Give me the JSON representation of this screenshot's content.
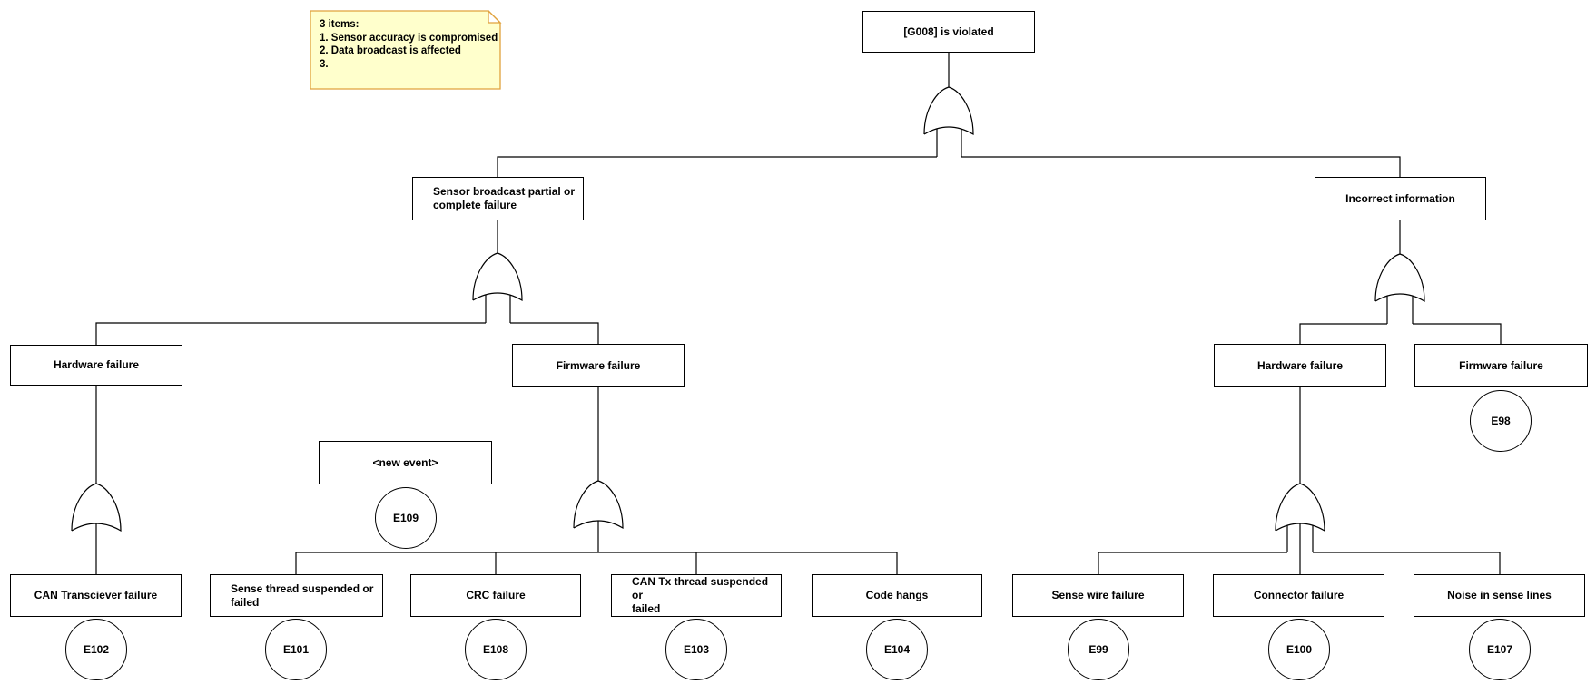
{
  "diagram": {
    "title_node": "fault-tree",
    "note": {
      "lines": [
        "3 items:",
        "1. Sensor accuracy is compromised",
        "2. Data broadcast is affected",
        "3."
      ]
    },
    "nodes": {
      "g008": {
        "label": "[G008] is violated"
      },
      "sensor_broadcast": {
        "label": "Sensor broadcast partial or\ncomplete failure"
      },
      "incorrect_info": {
        "label": "Incorrect information"
      },
      "hw_left": {
        "label": "Hardware failure"
      },
      "fw_left": {
        "label": "Firmware failure"
      },
      "new_event": {
        "label": "<new event>",
        "id": "E109"
      },
      "can_transciever": {
        "label": "CAN Transciever failure",
        "id": "E102"
      },
      "sense_thread": {
        "label": "Sense thread suspended or\nfailed",
        "id": "E101"
      },
      "crc": {
        "label": "CRC failure",
        "id": "E108"
      },
      "can_tx": {
        "label": "CAN Tx thread suspended or\nfailed",
        "id": "E103"
      },
      "code_hangs": {
        "label": "Code hangs",
        "id": "E104"
      },
      "hw_right": {
        "label": "Hardware failure"
      },
      "fw_right": {
        "label": "Firmware failure",
        "id": "E98"
      },
      "sense_wire": {
        "label": "Sense wire failure",
        "id": "E99"
      },
      "connector": {
        "label": "Connector failure",
        "id": "E100"
      },
      "noise": {
        "label": "Noise in sense lines",
        "id": "E107"
      }
    },
    "tree": {
      "root": "g008",
      "relations": {
        "g008": {
          "gate": "OR",
          "children": [
            "sensor_broadcast",
            "incorrect_info"
          ]
        },
        "sensor_broadcast": {
          "gate": "OR",
          "children": [
            "hw_left",
            "fw_left"
          ]
        },
        "hw_left": {
          "gate": "OR",
          "children": [
            "can_transciever"
          ]
        },
        "fw_left": {
          "gate": "OR",
          "children": [
            "sense_thread",
            "crc",
            "can_tx",
            "code_hangs"
          ]
        },
        "incorrect_info": {
          "gate": "OR",
          "children": [
            "hw_right",
            "fw_right"
          ]
        },
        "hw_right": {
          "gate": "OR",
          "children": [
            "sense_wire",
            "connector",
            "noise"
          ]
        }
      },
      "unattached": [
        "new_event"
      ]
    },
    "colors": {
      "line": "#000000",
      "box_fill": "#ffffff",
      "note_fill": "#ffffcc",
      "note_border": "#e0a23c"
    }
  }
}
